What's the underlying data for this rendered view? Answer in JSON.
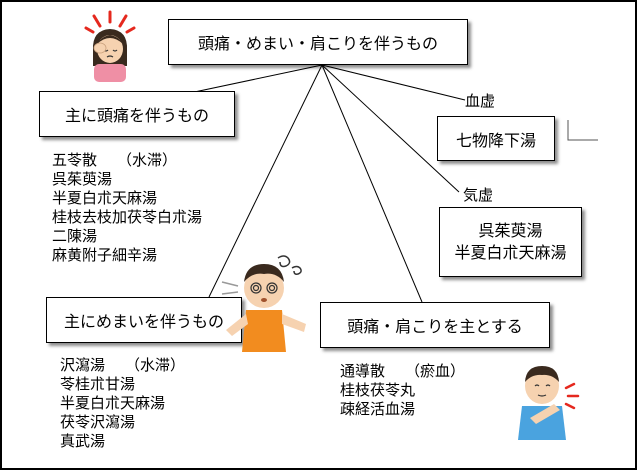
{
  "root": {
    "title": "頭痛・めまい・肩こりを伴うもの"
  },
  "headache": {
    "title": "主に頭痛を伴うもの",
    "items": [
      {
        "name": "五苓散",
        "note": "（水滞）"
      },
      {
        "name": "呉茱萸湯",
        "note": ""
      },
      {
        "name": "半夏白朮天麻湯",
        "note": ""
      },
      {
        "name": "桂枝去枝加茯苓白朮湯",
        "note": ""
      },
      {
        "name": "二陳湯",
        "note": ""
      },
      {
        "name": "麻黄附子細辛湯",
        "note": ""
      }
    ]
  },
  "blood_deficiency": {
    "label": "血虚",
    "remedy": "七物降下湯"
  },
  "qi_deficiency": {
    "label": "気虚",
    "remedies": [
      "呉茱萸湯",
      "半夏白朮天麻湯"
    ]
  },
  "dizziness": {
    "title": "主にめまいを伴うもの",
    "items": [
      {
        "name": "沢瀉湯",
        "note": "（水滞）"
      },
      {
        "name": "苓桂朮甘湯",
        "note": ""
      },
      {
        "name": "半夏白朮天麻湯",
        "note": ""
      },
      {
        "name": "茯苓沢瀉湯",
        "note": ""
      },
      {
        "name": "真武湯",
        "note": ""
      }
    ]
  },
  "shoulder": {
    "title": "頭痛・肩こりを主とする",
    "items": [
      {
        "name": "通導散",
        "note": "（瘀血）"
      },
      {
        "name": "桂枝茯苓丸",
        "note": ""
      },
      {
        "name": "疎経活血湯",
        "note": ""
      }
    ]
  },
  "icons": {
    "headache_person": "headache-person-illustration",
    "dizzy_person": "dizzy-person-illustration",
    "stiff_shoulder_person": "stiff-shoulder-person-illustration"
  },
  "colors": {
    "line": "#000000",
    "pain_red": "#e5281e",
    "skin": "#f6d2b0",
    "hair": "#3a2a1e"
  }
}
